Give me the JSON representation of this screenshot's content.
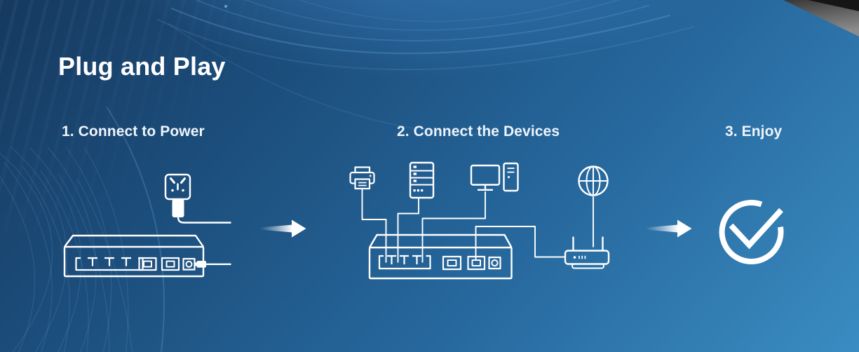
{
  "title": "Plug and Play",
  "steps": [
    {
      "label": "1. Connect to Power"
    },
    {
      "label": "2. Connect the Devices"
    },
    {
      "label": "3. Enjoy"
    }
  ],
  "illustrations": {
    "step1_icons": [
      "power-outlet-icon",
      "power-adapter-icon",
      "power-cable",
      "network-switch-icon",
      "power-plug-icon"
    ],
    "step2_icons": [
      "printer-icon",
      "server-icon",
      "desktop-computer-icon",
      "internet-globe-icon",
      "wifi-router-icon",
      "network-switch-icon",
      "ethernet-cables"
    ],
    "step3_icons": [
      "check-circle-icon"
    ],
    "connectors": [
      "right-arrow",
      "right-arrow"
    ]
  },
  "colors": {
    "background_top_left": "#16395f",
    "background_mid": "#26679c",
    "background_bottom_right": "#3a8cc2",
    "line_art": "#ffffff",
    "title_text": "#ffffff",
    "step_text": "#eef4fb",
    "bezel_gray": "#6b6b6b",
    "bezel_black": "#151515"
  }
}
